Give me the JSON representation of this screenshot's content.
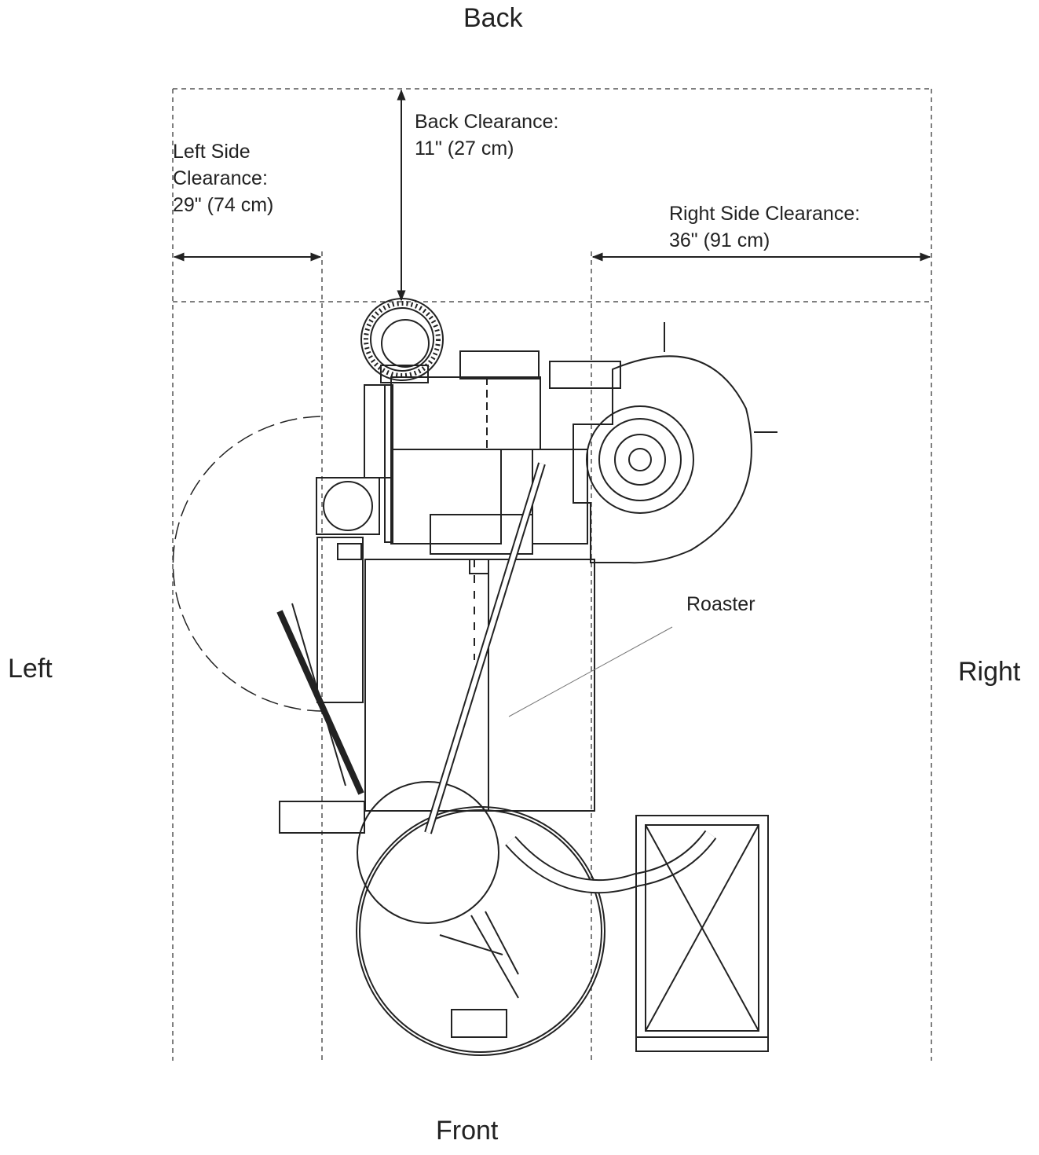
{
  "directions": {
    "back": "Back",
    "front": "Front",
    "left": "Left",
    "right": "Right"
  },
  "clearances": {
    "back": {
      "line1": "Back Clearance:",
      "line2": "11\" (27 cm)"
    },
    "left": {
      "line1": "Left Side",
      "line2": "Clearance:",
      "line3": "29\" (74 cm)"
    },
    "right": {
      "line1": "Right Side Clearance:",
      "line2": "36\" (91 cm)"
    }
  },
  "callout": {
    "roaster": "Roaster"
  },
  "colors": {
    "line": "#222222",
    "dash": "#555555",
    "background": "#ffffff"
  }
}
